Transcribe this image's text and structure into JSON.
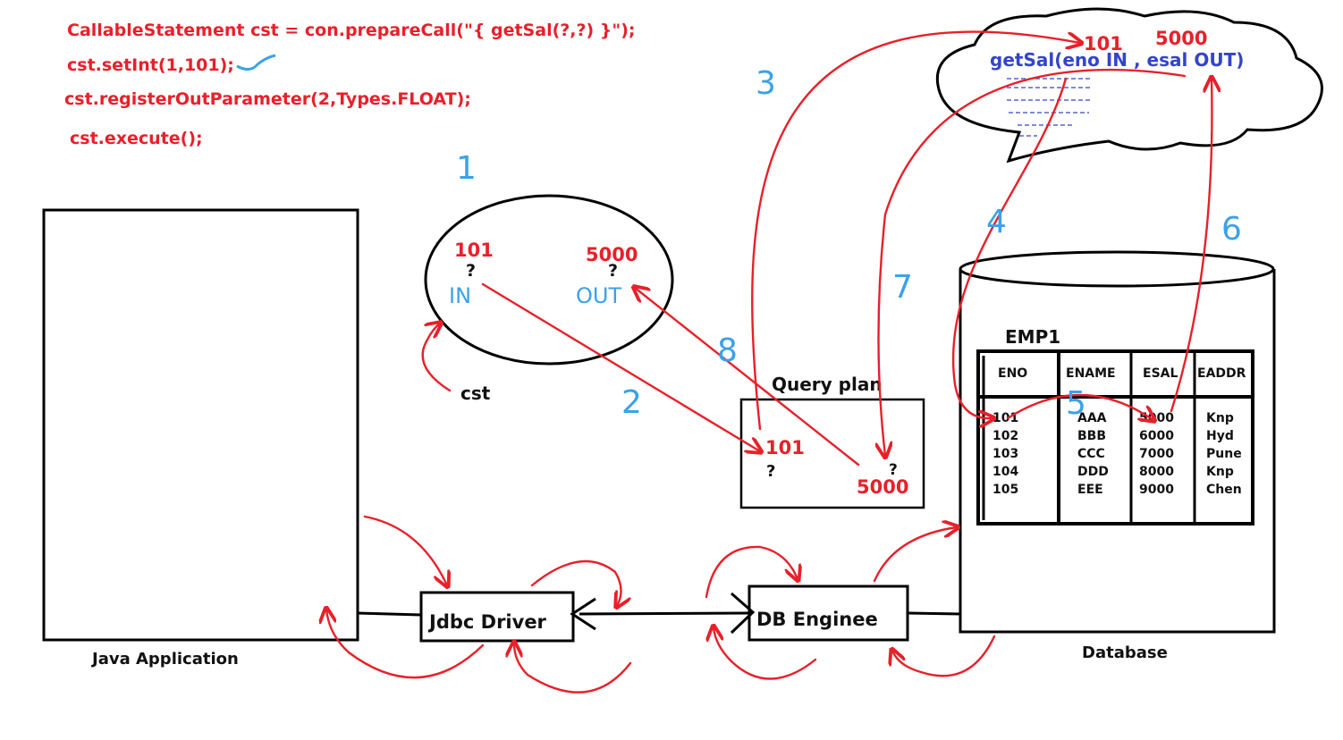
{
  "code_lines": [
    "CallableStatement cst = con.prepareCall(\"{ getSal(?,?) }\");",
    "cst.setInt(1,101);",
    "cst.registerOutParameter(2,Types.FLOAT);",
    "cst.execute();"
  ],
  "cst_object": {
    "in_value": "101",
    "in_placeholder": "?",
    "in_label": "IN",
    "out_value": "5000",
    "out_placeholder": "?",
    "out_label": "OUT",
    "name": "cst"
  },
  "query_plan": {
    "title": "Query plan",
    "in_value": "101",
    "in_placeholder": "?",
    "out_placeholder": "?",
    "out_value": "5000"
  },
  "procedure": {
    "signature": "getSal(eno IN , esal OUT)",
    "in_value": "101",
    "out_value": "5000"
  },
  "components": {
    "java_app": "Java Application",
    "jdbc_driver": "Jdbc Driver",
    "db_engine": "DB Enginee",
    "database": "Database"
  },
  "emp_table": {
    "name": "EMP1",
    "headers": [
      "ENO",
      "ENAME",
      "ESAL",
      "EADDR"
    ],
    "rows": [
      [
        "101",
        "AAA",
        "5000",
        "Knp"
      ],
      [
        "102",
        "BBB",
        "6000",
        "Hyd"
      ],
      [
        "103",
        "CCC",
        "7000",
        "Pune"
      ],
      [
        "104",
        "DDD",
        "8000",
        "Knp"
      ],
      [
        "105",
        "EEE",
        "9000",
        "Chen"
      ]
    ]
  },
  "step_numbers": [
    "1",
    "2",
    "3",
    "4",
    "5",
    "6",
    "7",
    "8"
  ],
  "colors": {
    "code": "#e8202a",
    "steps": "#3aa2e8",
    "procedure": "#3344cc"
  }
}
